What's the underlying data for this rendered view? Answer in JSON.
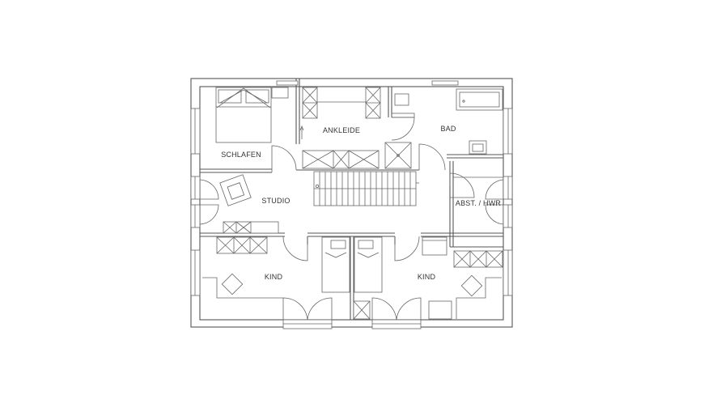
{
  "rooms": {
    "schlafen": "SCHLAFEN",
    "ankleide": "ANKLEIDE",
    "bad": "BAD",
    "studio": "STUDIO",
    "abst_hwr": "ABST. / HWR",
    "kind_left": "KIND",
    "kind_right": "KIND"
  },
  "colors": {
    "line": "#555555",
    "text": "#333333",
    "background": "#ffffff"
  }
}
